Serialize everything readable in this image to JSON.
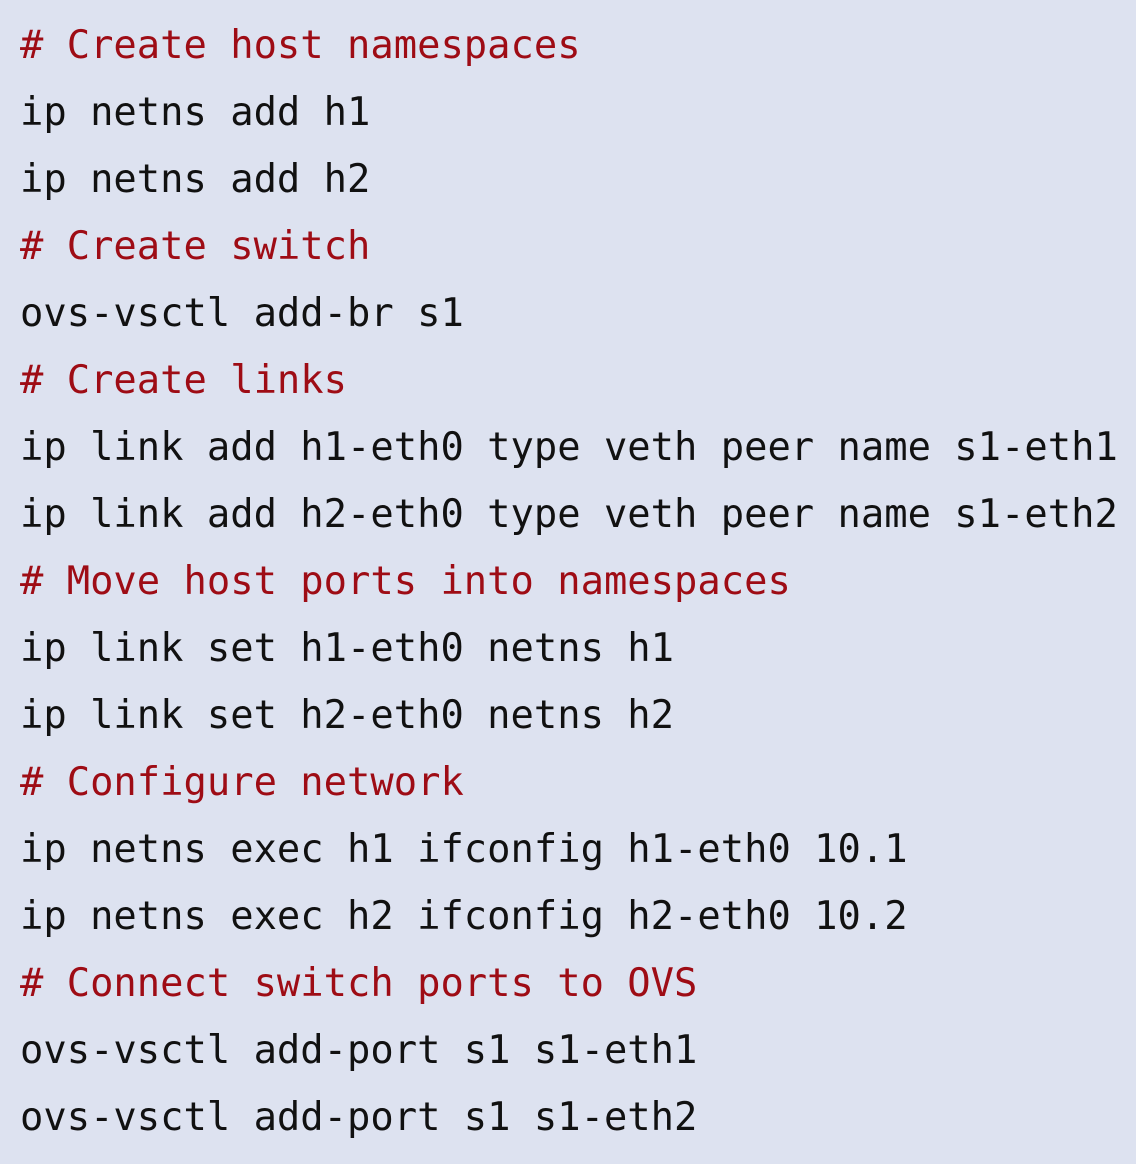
{
  "snippet": {
    "language": "shell",
    "background_color": "#dde2f0",
    "code_color": "#111111",
    "comment_color": "#9e0c15",
    "lines": [
      {
        "text": "# Create host namespaces",
        "kind": "comment"
      },
      {
        "text": "ip netns add h1",
        "kind": "code"
      },
      {
        "text": "ip netns add h2",
        "kind": "code"
      },
      {
        "text": "# Create switch",
        "kind": "comment"
      },
      {
        "text": "ovs-vsctl add-br s1",
        "kind": "code"
      },
      {
        "text": "# Create links",
        "kind": "comment"
      },
      {
        "text": "ip link add h1-eth0 type veth peer name s1-eth1",
        "kind": "code"
      },
      {
        "text": "ip link add h2-eth0 type veth peer name s1-eth2",
        "kind": "code"
      },
      {
        "text": "# Move host ports into namespaces",
        "kind": "comment"
      },
      {
        "text": "ip link set h1-eth0 netns h1",
        "kind": "code"
      },
      {
        "text": "ip link set h2-eth0 netns h2",
        "kind": "code"
      },
      {
        "text": "# Configure network",
        "kind": "comment"
      },
      {
        "text": "ip netns exec h1 ifconfig h1-eth0 10.1",
        "kind": "code"
      },
      {
        "text": "ip netns exec h2 ifconfig h2-eth0 10.2",
        "kind": "code"
      },
      {
        "text": "# Connect switch ports to OVS",
        "kind": "comment"
      },
      {
        "text": "ovs-vsctl add-port s1 s1-eth1",
        "kind": "code"
      },
      {
        "text": "ovs-vsctl add-port s1 s1-eth2",
        "kind": "code"
      }
    ]
  }
}
